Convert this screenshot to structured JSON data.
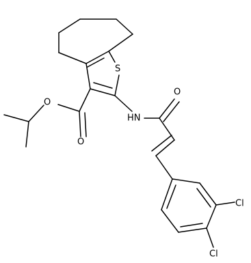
{
  "molecule": {
    "atoms": {
      "sulfur": "S",
      "carbonyl_oxygen_ester": "O",
      "ester_oxygen": "O",
      "amide_oxygen": "O",
      "amide_nitrogen": "HN",
      "chlorine_meta": "Cl",
      "chlorine_para": "Cl"
    }
  }
}
